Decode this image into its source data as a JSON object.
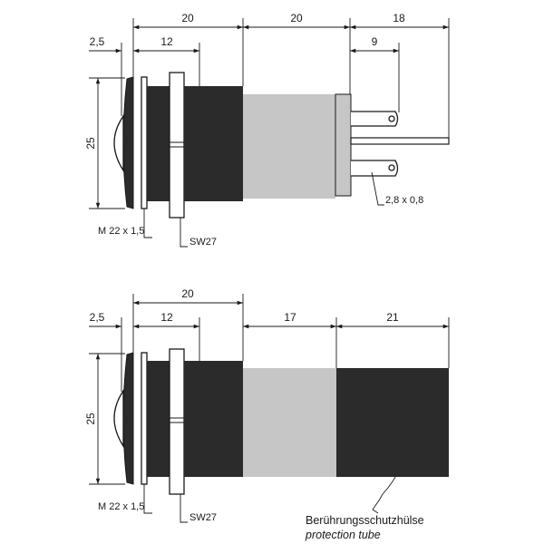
{
  "drawings": {
    "top": {
      "dims": {
        "d_20a": "20",
        "d_20b": "20",
        "d_18": "18",
        "d_2_5": "2,5",
        "d_12": "12",
        "d_9": "9",
        "d_25": "25"
      },
      "labels": {
        "thread": "M 22 x 1,5",
        "wrench": "SW27",
        "terminal": "2,8 x 0,8"
      }
    },
    "bottom": {
      "dims": {
        "d_20": "20",
        "d_2_5": "2,5",
        "d_12": "12",
        "d_17": "17",
        "d_21": "21",
        "d_25": "25"
      },
      "labels": {
        "thread": "M 22 x 1,5",
        "wrench": "SW27",
        "tube_de": "Berührungsschutzhülse",
        "tube_en": "protection tube"
      }
    }
  },
  "colors": {
    "dark": "#2b2b2b",
    "light": "#c6c6c6",
    "line": "#1a1a1a"
  }
}
